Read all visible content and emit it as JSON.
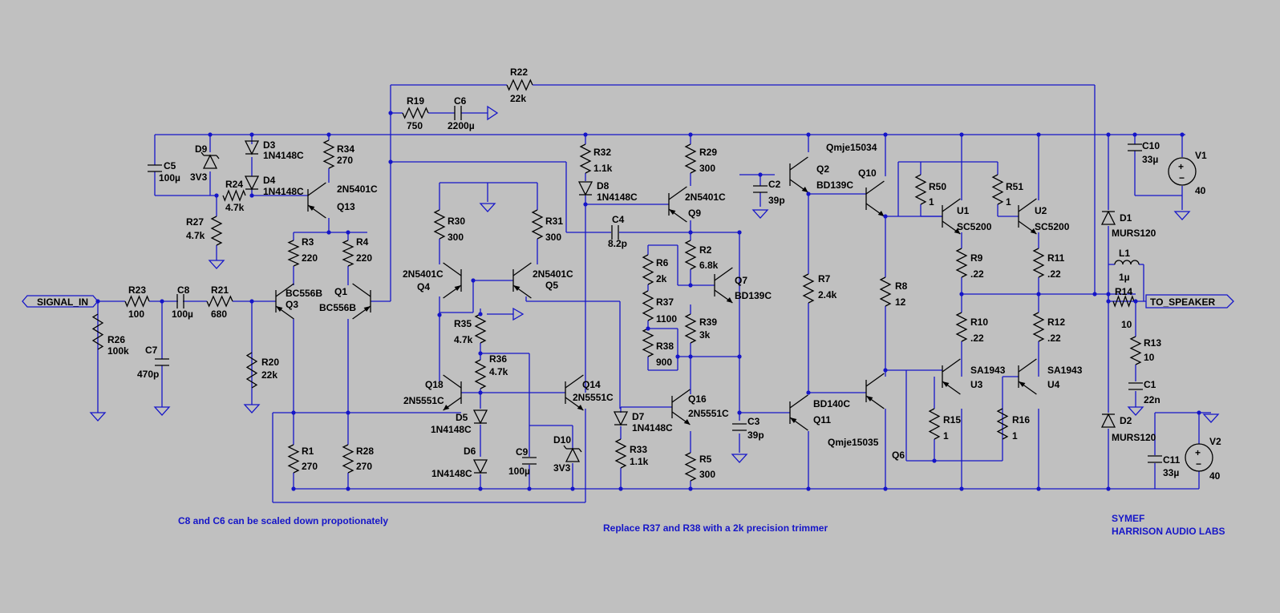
{
  "ports": {
    "input": "SIGNAL_IN",
    "output": "TO_SPEAKER"
  },
  "notes": [
    "C8 and C6 can be scaled down propotionately",
    "Replace R37 and R38 with a 2k precision trimmer"
  ],
  "credits": [
    "SYMEF",
    "HARRISON AUDIO LABS"
  ],
  "components": {
    "R1": [
      "R1",
      "270"
    ],
    "R2": [
      "R2",
      "6.8k"
    ],
    "R3": [
      "R3",
      "220"
    ],
    "R4": [
      "R4",
      "220"
    ],
    "R5": [
      "R5",
      "300"
    ],
    "R6": [
      "R6",
      "2k"
    ],
    "R7": [
      "R7",
      "2.4k"
    ],
    "R8": [
      "R8",
      "12"
    ],
    "R9": [
      "R9",
      ".22"
    ],
    "R10": [
      "R10",
      ".22"
    ],
    "R11": [
      "R11",
      ".22"
    ],
    "R12": [
      "R12",
      ".22"
    ],
    "R13": [
      "R13",
      "10"
    ],
    "R14": [
      "R14",
      "10"
    ],
    "R15": [
      "R15",
      "1"
    ],
    "R16": [
      "R16",
      "1"
    ],
    "R19": [
      "R19",
      "750"
    ],
    "R20": [
      "R20",
      "22k"
    ],
    "R21": [
      "R21",
      "680"
    ],
    "R22": [
      "R22",
      "22k"
    ],
    "R23": [
      "R23",
      "100"
    ],
    "R24": [
      "R24",
      "4.7k"
    ],
    "R26": [
      "R26",
      "100k"
    ],
    "R27": [
      "R27",
      "4.7k"
    ],
    "R28": [
      "R28",
      "270"
    ],
    "R29": [
      "R29",
      "300"
    ],
    "R30": [
      "R30",
      "300"
    ],
    "R31": [
      "R31",
      "300"
    ],
    "R32": [
      "R32",
      "1.1k"
    ],
    "R33": [
      "R33",
      "1.1k"
    ],
    "R34": [
      "R34",
      "270"
    ],
    "R35": [
      "R35",
      "4.7k"
    ],
    "R36": [
      "R36",
      "4.7k"
    ],
    "R37": [
      "R37",
      "1100"
    ],
    "R38": [
      "R38",
      "900"
    ],
    "R39": [
      "R39",
      "3k"
    ],
    "R50": [
      "R50",
      "1"
    ],
    "R51": [
      "R51",
      "1"
    ],
    "C1": [
      "C1",
      "22n"
    ],
    "C2": [
      "C2",
      "39p"
    ],
    "C3": [
      "C3",
      "39p"
    ],
    "C4": [
      "C4",
      "8.2p"
    ],
    "C5": [
      "C5",
      "100µ"
    ],
    "C6": [
      "C6",
      "2200µ"
    ],
    "C7": [
      "C7",
      "470p"
    ],
    "C8": [
      "C8",
      "100µ"
    ],
    "C9": [
      "C9",
      "100µ"
    ],
    "C10": [
      "C10",
      "33µ"
    ],
    "C11": [
      "C11",
      "33µ"
    ],
    "L1": [
      "L1",
      "1µ"
    ],
    "V1": [
      "V1",
      "40"
    ],
    "V2": [
      "V2",
      "40"
    ],
    "D1": [
      "D1",
      "MURS120"
    ],
    "D2": [
      "D2",
      "MURS120"
    ],
    "D3": [
      "D3",
      "1N4148C"
    ],
    "D4": [
      "D4",
      "1N4148C"
    ],
    "D5": [
      "D5",
      "1N4148C"
    ],
    "D6": [
      "D6",
      "1N4148C"
    ],
    "D7": [
      "D7",
      "1N4148C"
    ],
    "D8": [
      "D8",
      "1N4148C"
    ],
    "D9": [
      "D9",
      "3V3"
    ],
    "D10": [
      "D10",
      "3V3"
    ],
    "Q1": [
      "Q1",
      "BC556B"
    ],
    "Q3": [
      "Q3",
      "BC556B"
    ],
    "Q2": [
      "Q2",
      "BD139C"
    ],
    "Q7": [
      "Q7",
      "BD139C"
    ],
    "Q11": [
      "Q11",
      "BD140C"
    ],
    "Q4": [
      "Q4",
      "2N5401C"
    ],
    "Q5": [
      "Q5",
      "2N5401C"
    ],
    "Q9": [
      "Q9",
      "2N5401C"
    ],
    "Q13": [
      "Q13",
      "2N5401C"
    ],
    "Q14": [
      "Q14",
      "2N5551C"
    ],
    "Q16": [
      "Q16",
      "2N5551C"
    ],
    "Q18": [
      "Q18",
      "2N5551C"
    ],
    "Q10": [
      "Q10",
      "Qmje15034"
    ],
    "Q6": [
      "Q6",
      "Qmje15035"
    ],
    "U1": [
      "U1",
      "SC5200"
    ],
    "U2": [
      "U2",
      "SC5200"
    ],
    "U3": [
      "U3",
      "SA1943"
    ],
    "U4": [
      "U4",
      "SA1943"
    ]
  },
  "colors": {
    "background": "#c0c0c0",
    "wire": "#1515c8",
    "component": "#000000",
    "note": "#1515c8"
  }
}
